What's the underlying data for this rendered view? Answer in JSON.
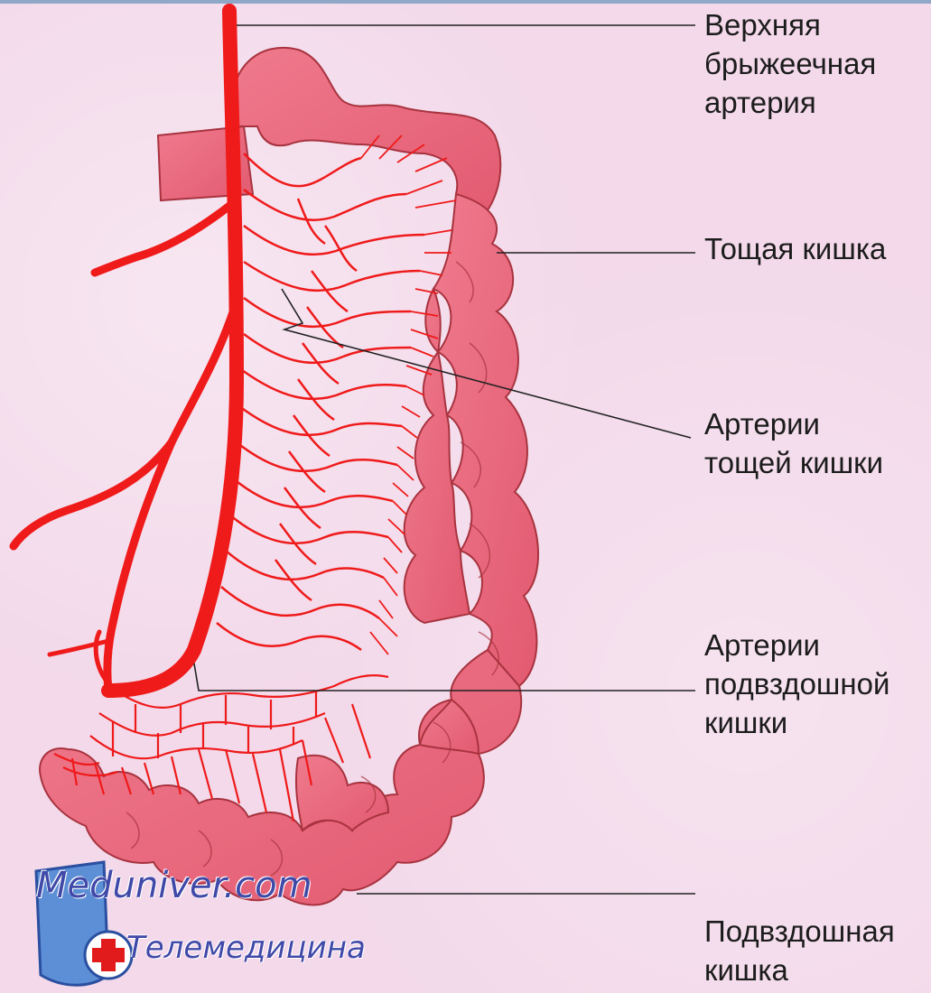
{
  "labels": {
    "superior_mesenteric_artery": "Верхняя\nбрыжеечная\nартерия",
    "jejunum": "Тощая кишка",
    "jejunal_arteries": "Артерии\nтощей кишки",
    "ileal_arteries": "Артерии\nподвздошной\nкишки",
    "ileum": "Подвздошная\nкишка"
  },
  "watermark": {
    "site": "Meduniver.com",
    "subtitle": "Телемедицина"
  },
  "colors": {
    "background": "#f3d9ea",
    "intestine": "#ea6b80",
    "intestine_outline": "#a8333f",
    "artery": "#ef1a1a",
    "leader_line": "#222222",
    "watermark_blue": "#4049a8"
  }
}
